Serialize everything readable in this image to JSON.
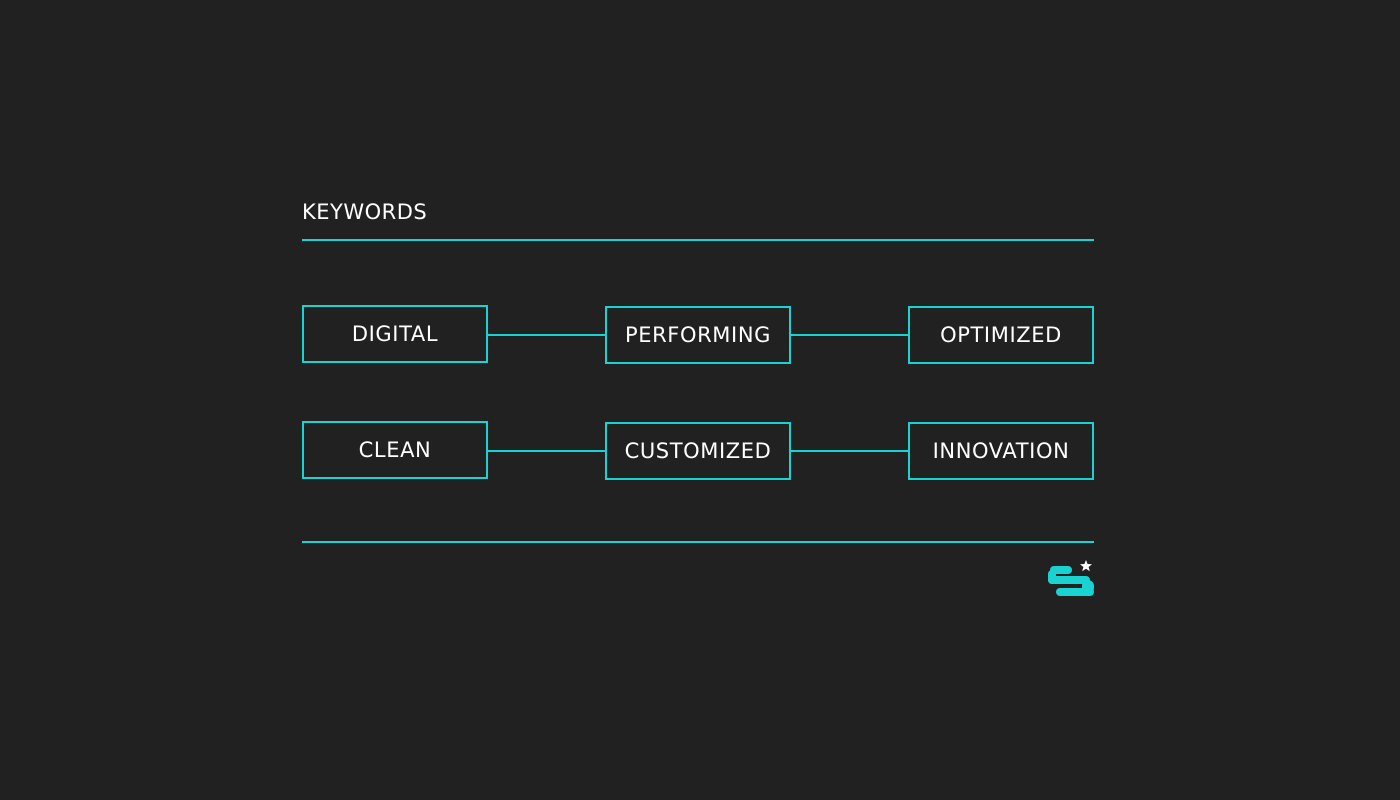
{
  "colors": {
    "background": "#212121",
    "accent": "#19d3d3",
    "text": "#ffffff"
  },
  "heading": "KEYWORDS",
  "keywords": {
    "row1": [
      "DIGITAL",
      "PERFORMING",
      "OPTIMIZED"
    ],
    "row2": [
      "CLEAN",
      "CUSTOMIZED",
      "INNOVATION"
    ]
  },
  "logo": {
    "icon": "s-star-logo"
  }
}
